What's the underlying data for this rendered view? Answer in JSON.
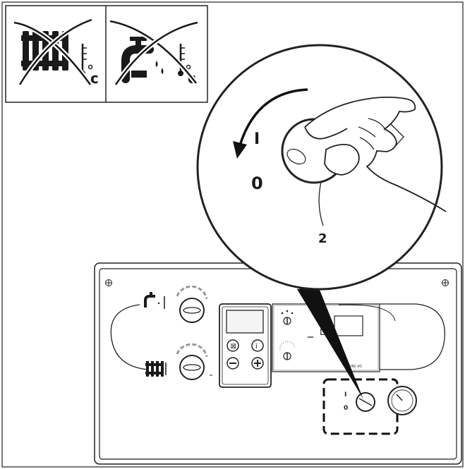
{
  "figure": {
    "labels": {
      "on": "I",
      "off": "0",
      "callout": "2",
      "panel_on": "I",
      "panel_off": "0",
      "temp_unit_1": "c",
      "temp_unit_2": "c",
      "model": "VRC-VC"
    },
    "icons": {
      "heating_disabled": "radiator-crossed-icon",
      "hot_water_disabled": "tap-crossed-icon"
    }
  }
}
